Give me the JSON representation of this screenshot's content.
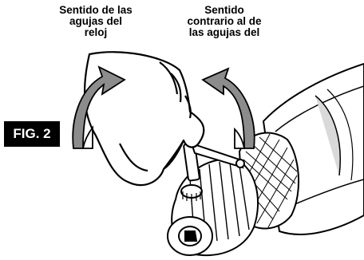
{
  "figure": {
    "tag": "FIG. 2",
    "label_clockwise": [
      "Sentido de las",
      "agujas del",
      "reloj"
    ],
    "label_counterclockwise": [
      "Sentido",
      "contrario al de",
      "las agujas del"
    ]
  },
  "colors": {
    "ink": "#000000",
    "arrow_fill": "#8c8c8c",
    "drill_shade": "#d9d9d9",
    "background": "#ffffff"
  },
  "icons": {
    "left_arrow": "clockwise-arrow-icon",
    "right_arrow": "counterclockwise-arrow-icon"
  }
}
